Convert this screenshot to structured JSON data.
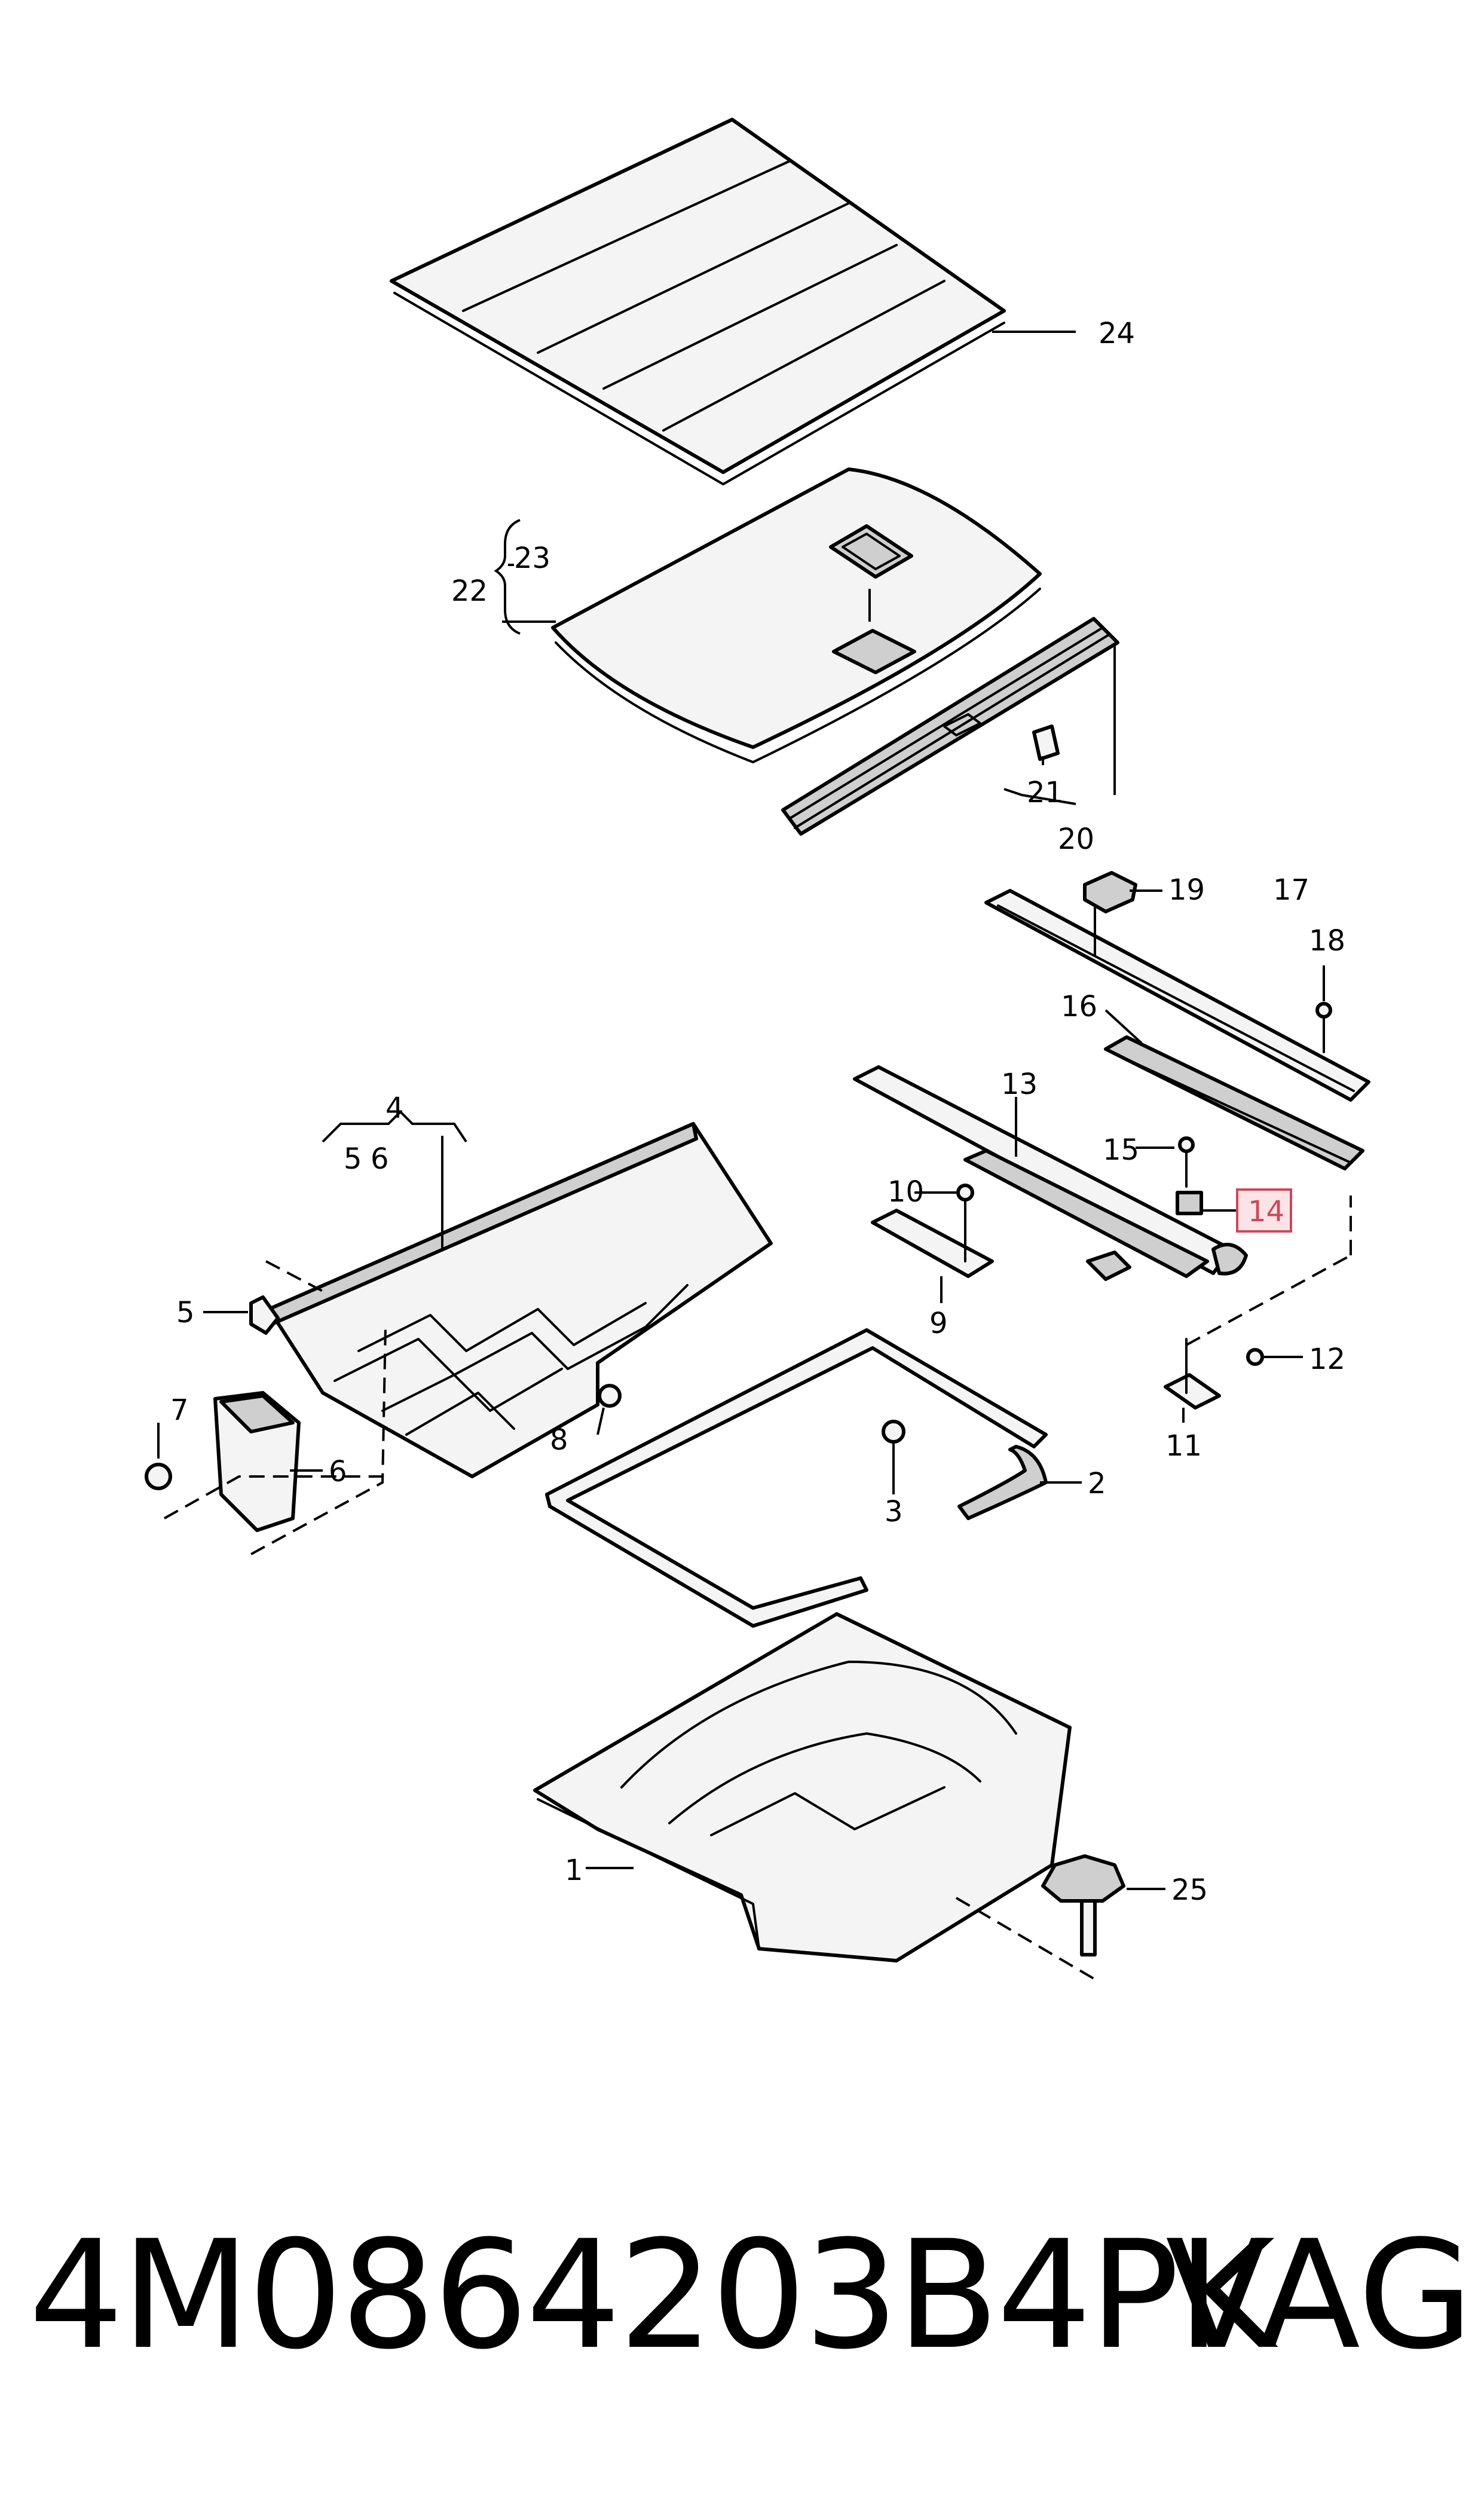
{
  "callouts": {
    "c1": "1",
    "c2": "2",
    "c3": "3",
    "c4": "4",
    "c5": "5",
    "c5b": "5",
    "c6": "6",
    "c6b": "6",
    "c7": "7",
    "c8": "8",
    "c9": "9",
    "c10": "10",
    "c11": "11",
    "c12": "12",
    "c13": "13",
    "c14": "14",
    "c15": "15",
    "c16": "16",
    "c17": "17",
    "c18": "18",
    "c19": "19",
    "c20": "20",
    "c21": "21",
    "c22": "22",
    "c23": "23",
    "c24": "24",
    "c25": "25"
  },
  "highlight": {
    "callout": "14",
    "color": "#c94a5a",
    "fill": "#fbe3e6"
  },
  "footer": {
    "part_number": "4M0864203B4PK",
    "brand": "VAG"
  }
}
